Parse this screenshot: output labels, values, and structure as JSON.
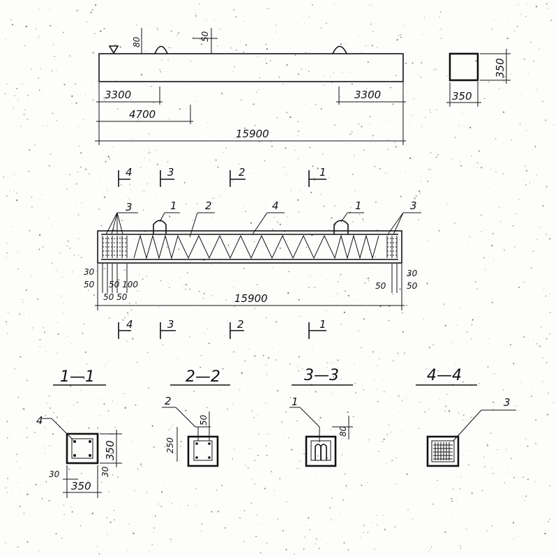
{
  "elevation": {
    "dim_top_80": "80",
    "dim_top_50": "50",
    "dim_left_3300": "3300",
    "dim_right_3300": "3300",
    "dim_4700": "4700",
    "dim_total": "15900"
  },
  "cross_section": {
    "dim_height": "350",
    "dim_width": "350"
  },
  "section_marks": {
    "m4": "4",
    "m3": "3",
    "m2": "2",
    "m1": "1"
  },
  "reinforcement": {
    "callout_3_left": "3",
    "callout_1_left": "1",
    "callout_2": "2",
    "callout_4": "4",
    "callout_1_right": "1",
    "callout_3_right": "3",
    "dim_left_30": "30",
    "dim_left_50": "50",
    "dim_left_50_100": "50 100",
    "dim_left_50_50": "50 50",
    "dim_right_50": "50",
    "dim_right_30": "30",
    "dim_right_50b": "50",
    "dim_total": "15900"
  },
  "sections": {
    "s1": {
      "title": "1—1",
      "callout": "4",
      "dim_height": "350",
      "dim_cover_side": "30",
      "dim_cover_bottom": "30",
      "dim_width": "350"
    },
    "s2": {
      "title": "2—2",
      "callout": "2",
      "dim_top": "50",
      "dim_side": "250"
    },
    "s3": {
      "title": "3—3",
      "callout": "1",
      "dim_top": "80"
    },
    "s4": {
      "title": "4—4",
      "callout": "3"
    }
  }
}
